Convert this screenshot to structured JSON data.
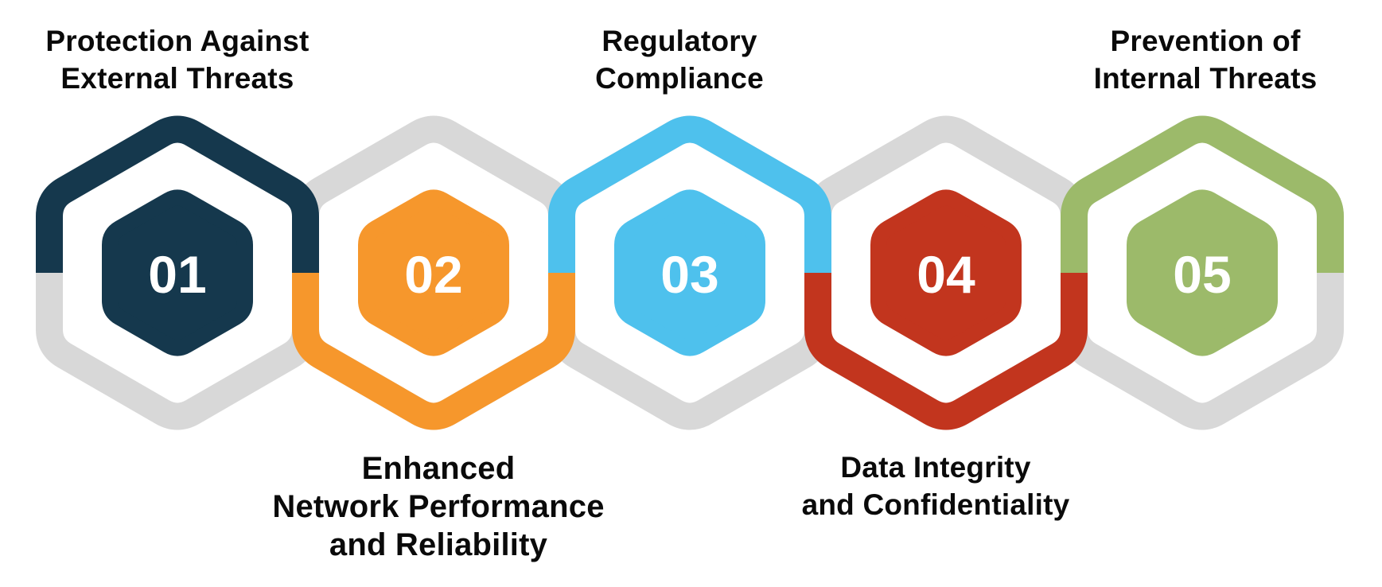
{
  "diagram": {
    "type": "hexagon-process-chain",
    "background_color": "#FFFFFF",
    "ring_gray_color": "#D8D8D8",
    "number_text_color": "#FFFFFF",
    "label_text_color": "#0A0A0A",
    "steps": [
      {
        "number": "01",
        "label_lines": [
          "Protection Against",
          "External Threats"
        ],
        "label_position": "above",
        "color": "#15384D"
      },
      {
        "number": "02",
        "label_lines": [
          "Enhanced",
          "Network Performance",
          "and Reliability"
        ],
        "label_position": "below",
        "color": "#F6972C"
      },
      {
        "number": "03",
        "label_lines": [
          "Regulatory",
          "Compliance"
        ],
        "label_position": "above",
        "color": "#4EC1ED"
      },
      {
        "number": "04",
        "label_lines": [
          "Data Integrity",
          "and Confidentiality"
        ],
        "label_position": "below",
        "color": "#C2351E"
      },
      {
        "number": "05",
        "label_lines": [
          "Prevention of",
          "Internal Threats"
        ],
        "label_position": "above",
        "color": "#9CBA6A"
      }
    ]
  }
}
